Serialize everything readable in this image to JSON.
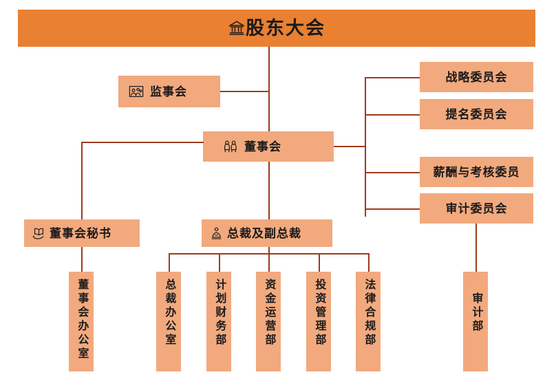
{
  "diagram": {
    "title": "股东大会",
    "type": "organization-chart",
    "colors": {
      "banner_fill": "#E98032",
      "box_fill": "#F2A97E",
      "connector": "#9C3B1B",
      "background": "#FFFFFF",
      "text": "#1A1A1A"
    }
  },
  "nodes": {
    "shareholders_meeting": {
      "label": "股东大会",
      "icon": "bank-icon"
    },
    "supervisory_board": {
      "label": "监事会",
      "icon": "people-group-icon"
    },
    "board_of_directors": {
      "label": "董事会",
      "icon": "two-people-seated-icon"
    },
    "board_secretary": {
      "label": "董事会秘书",
      "icon": "open-book-hand-icon"
    },
    "president_and_vps": {
      "label": "总裁及副总裁",
      "icon": "person-podium-icon"
    }
  },
  "committees": [
    {
      "label": "战略委员会"
    },
    {
      "label": "提名委员会"
    },
    {
      "label": "薪酬与考核委员"
    },
    {
      "label": "审计委员会"
    }
  ],
  "departments": {
    "under_board_secretary": [
      {
        "label": "董事会办公室"
      }
    ],
    "under_president": [
      {
        "label": "总裁办公室"
      },
      {
        "label": "计划财务部"
      },
      {
        "label": "资金运营部"
      },
      {
        "label": "投资管理部"
      },
      {
        "label": "法律合规部"
      }
    ],
    "under_audit_committee": [
      {
        "label": "审计部"
      }
    ]
  }
}
